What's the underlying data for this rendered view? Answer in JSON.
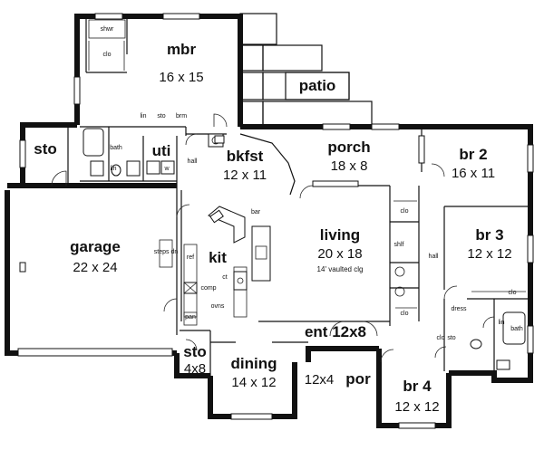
{
  "rooms": {
    "mbr": {
      "name": "mbr",
      "size": "16 x 15"
    },
    "patio": {
      "name": "patio"
    },
    "porch": {
      "name": "porch",
      "size": "18 x 8"
    },
    "br2": {
      "name": "br 2",
      "size": "16 x 11"
    },
    "sto": {
      "name": "sto"
    },
    "bkfst": {
      "name": "bkfst",
      "size": "12 x 11"
    },
    "garage": {
      "name": "garage",
      "size": "22 x 24"
    },
    "living": {
      "name": "living",
      "size": "20 x 18",
      "note": "14' vaulted clg"
    },
    "br3": {
      "name": "br 3",
      "size": "12 x 12"
    },
    "kit": {
      "name": "kit"
    },
    "ent": {
      "name": "ent 12x8"
    },
    "sto2": {
      "name": "sto",
      "size": "4x8"
    },
    "dining": {
      "name": "dining",
      "size": "14 x 12"
    },
    "por": {
      "name": "por",
      "size": "12x4"
    },
    "br4": {
      "name": "br 4",
      "size": "12 x 12"
    },
    "uti": {
      "name": "uti"
    }
  },
  "small_labels": {
    "shwr": "shwr",
    "clo": "clo",
    "lin": "lin",
    "sto": "sto",
    "brm": "brm",
    "bath": "bath",
    "hall": "hall",
    "w": "w",
    "bar": "bar",
    "ref": "ref",
    "comp": "comp",
    "ct": "ct",
    "ovns": "ovns",
    "pan": "pan",
    "dress": "dress",
    "shlf": "shlf",
    "lin2": "lin",
    "steps_dn": "steps dn",
    "sto3": "sto"
  }
}
